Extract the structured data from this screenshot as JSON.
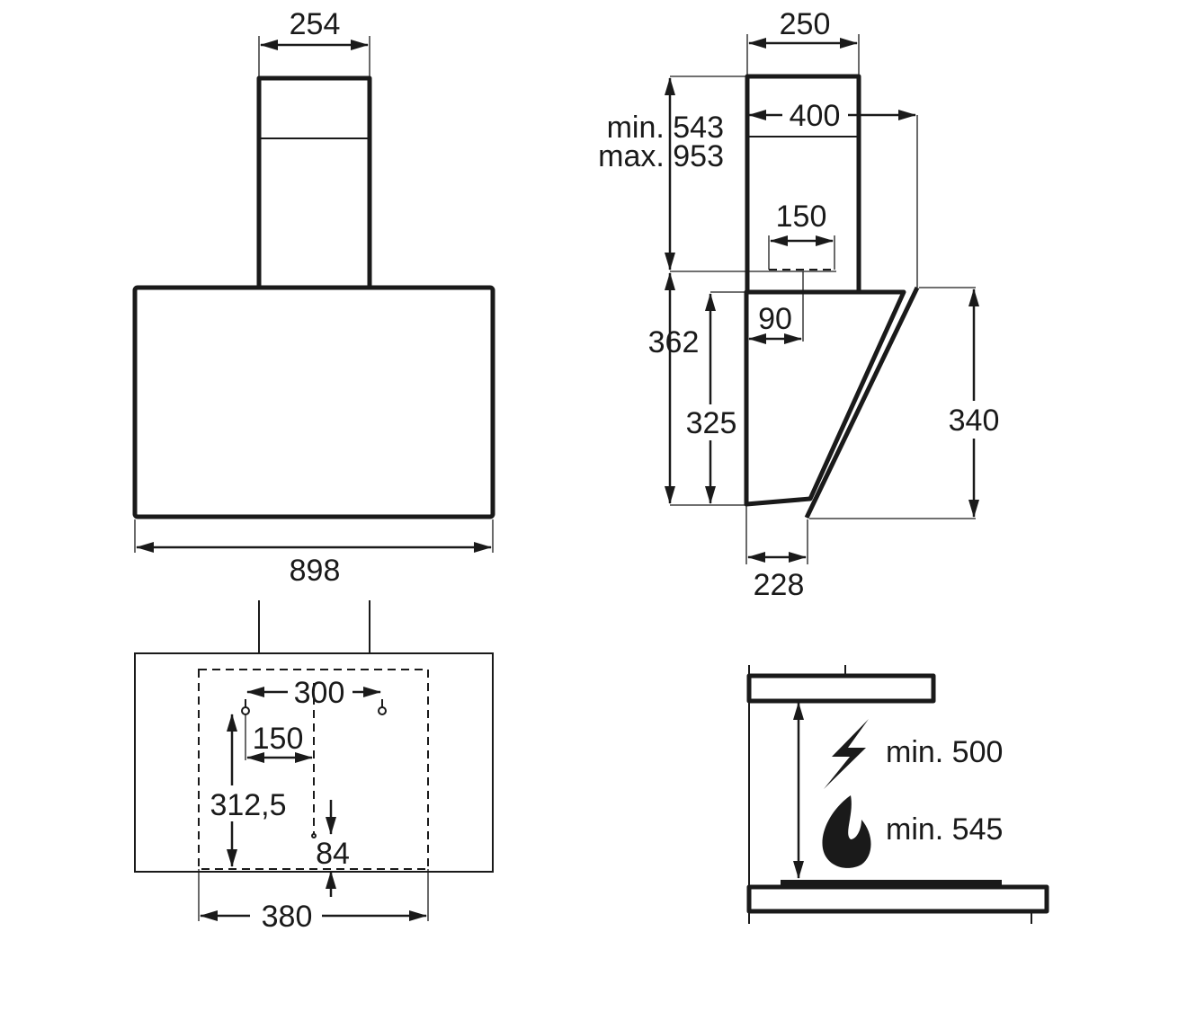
{
  "diagram": {
    "front_view": {
      "chimney_width": "254",
      "hood_width": "898"
    },
    "side_view": {
      "chimney_depth": "250",
      "min_height": "min. 543",
      "max_height": "max. 953",
      "total_depth": "400",
      "outlet_spacing": "150",
      "outlet_offset": "90",
      "canopy_height": "362",
      "back_height": "325",
      "front_height": "340",
      "bottom_depth": "228"
    },
    "bottom_view": {
      "hole_spacing": "300",
      "hole_offset": "150",
      "hole_height": "312,5",
      "bottom_offset": "84",
      "bracket_width": "380"
    },
    "clearance_view": {
      "electric_min": "min. 500",
      "gas_min": "min. 545"
    },
    "icons": {
      "electric": "lightning-bolt-icon",
      "gas": "flame-icon"
    },
    "colors": {
      "line": "#1a1a1a",
      "background": "#ffffff"
    }
  }
}
